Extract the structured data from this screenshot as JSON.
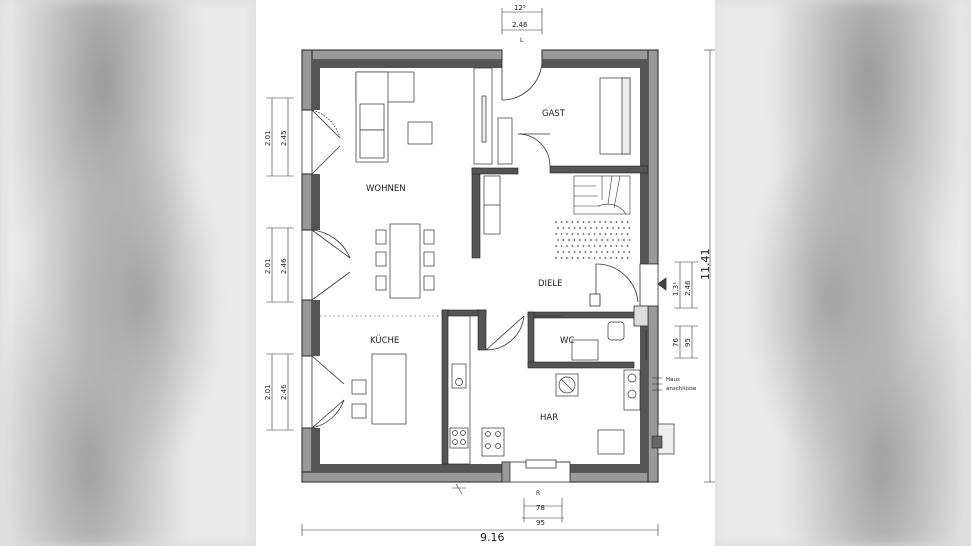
{
  "rooms": {
    "wohnen": "WOHNEN",
    "gast": "GAST",
    "diele": "DIELE",
    "kueche": "KÜCHE",
    "wc": "WC",
    "har": "HAR"
  },
  "dimensions": {
    "total_width": "9.16",
    "total_depth": "11.41",
    "top_door_a": "12⁵",
    "top_door_b": "2.46",
    "top_mark": "L",
    "left_w1_a": "2.01",
    "left_w1_b": "2.45",
    "left_w2_a": "2.01",
    "left_w2_b": "2.46",
    "left_w3_a": "2.01",
    "left_w3_b": "2.46",
    "right_door_a": "1.3¹",
    "right_door_b": "2.46",
    "right_win_a": "76",
    "right_win_b": "95",
    "bottom_a": "78",
    "bottom_b": "95",
    "bottom_mark": "R"
  },
  "annotations": {
    "utility_line1": "Haus",
    "utility_line2": "anschlüsse"
  }
}
